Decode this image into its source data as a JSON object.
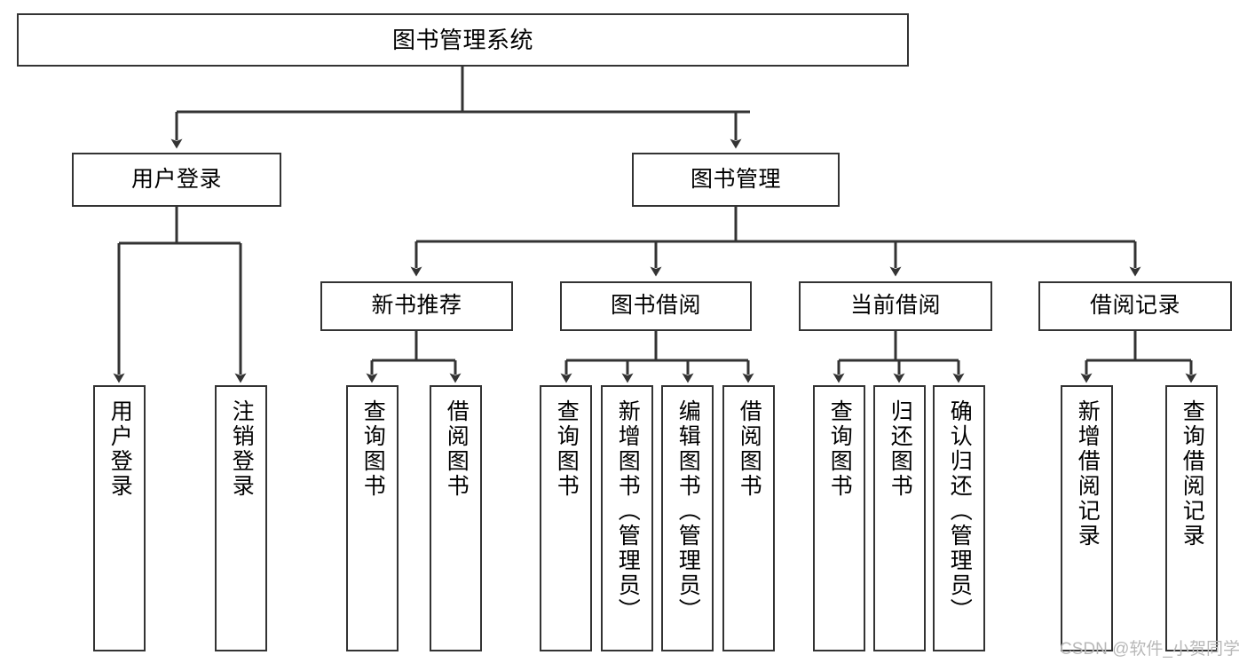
{
  "diagram": {
    "type": "tree-flowchart",
    "title": "图书管理系统",
    "orientation": "top-down",
    "colors": {
      "box_border": "#333333",
      "box_fill": "#ffffff",
      "edge": "#333333",
      "text": "#000000",
      "watermark": "#b8b8b8",
      "background": "#ffffff"
    },
    "nodes": {
      "root": {
        "label": "图书管理系统"
      },
      "level2": [
        {
          "id": "user-login",
          "label": "用户登录"
        },
        {
          "id": "book-manage",
          "label": "图书管理"
        }
      ],
      "level3": [
        {
          "id": "new-book-rec",
          "label": "新书推荐"
        },
        {
          "id": "book-borrow",
          "label": "图书借阅"
        },
        {
          "id": "current-borrow",
          "label": "当前借阅"
        },
        {
          "id": "borrow-record",
          "label": "借阅记录"
        }
      ],
      "leaves": {
        "user_login": [
          {
            "id": "leaf-user-login",
            "label": "用户登录"
          },
          {
            "id": "leaf-logout",
            "label": "注销登录"
          }
        ],
        "new_book_rec": [
          {
            "id": "leaf-query-book-1",
            "label": "查询图书"
          },
          {
            "id": "leaf-borrow-book-1",
            "label": "借阅图书"
          }
        ],
        "book_borrow": [
          {
            "id": "leaf-query-book-2",
            "label": "查询图书"
          },
          {
            "id": "leaf-add-book",
            "label": "新增图书（管理员）"
          },
          {
            "id": "leaf-edit-book",
            "label": "编辑图书（管理员）"
          },
          {
            "id": "leaf-borrow-book-2",
            "label": "借阅图书"
          }
        ],
        "current_borrow": [
          {
            "id": "leaf-query-book-3",
            "label": "查询图书"
          },
          {
            "id": "leaf-return-book",
            "label": "归还图书"
          },
          {
            "id": "leaf-confirm-return",
            "label": "确认归还（管理员）"
          }
        ],
        "borrow_record": [
          {
            "id": "leaf-add-record",
            "label": "新增借阅记录"
          },
          {
            "id": "leaf-query-record",
            "label": "查询借阅记录"
          }
        ]
      }
    },
    "edges": [
      {
        "from": "root",
        "to": "user-login"
      },
      {
        "from": "root",
        "to": "book-manage"
      },
      {
        "from": "user-login",
        "to": "leaf-user-login"
      },
      {
        "from": "user-login",
        "to": "leaf-logout"
      },
      {
        "from": "book-manage",
        "to": "new-book-rec"
      },
      {
        "from": "book-manage",
        "to": "book-borrow"
      },
      {
        "from": "book-manage",
        "to": "current-borrow"
      },
      {
        "from": "book-manage",
        "to": "borrow-record"
      },
      {
        "from": "new-book-rec",
        "to": "leaf-query-book-1"
      },
      {
        "from": "new-book-rec",
        "to": "leaf-borrow-book-1"
      },
      {
        "from": "book-borrow",
        "to": "leaf-query-book-2"
      },
      {
        "from": "book-borrow",
        "to": "leaf-add-book"
      },
      {
        "from": "book-borrow",
        "to": "leaf-edit-book"
      },
      {
        "from": "book-borrow",
        "to": "leaf-borrow-book-2"
      },
      {
        "from": "current-borrow",
        "to": "leaf-query-book-3"
      },
      {
        "from": "current-borrow",
        "to": "leaf-return-book"
      },
      {
        "from": "current-borrow",
        "to": "leaf-confirm-return"
      },
      {
        "from": "borrow-record",
        "to": "leaf-add-record"
      },
      {
        "from": "borrow-record",
        "to": "leaf-query-record"
      }
    ]
  },
  "watermark": {
    "text": "CSDN @软件_小贺同学"
  }
}
